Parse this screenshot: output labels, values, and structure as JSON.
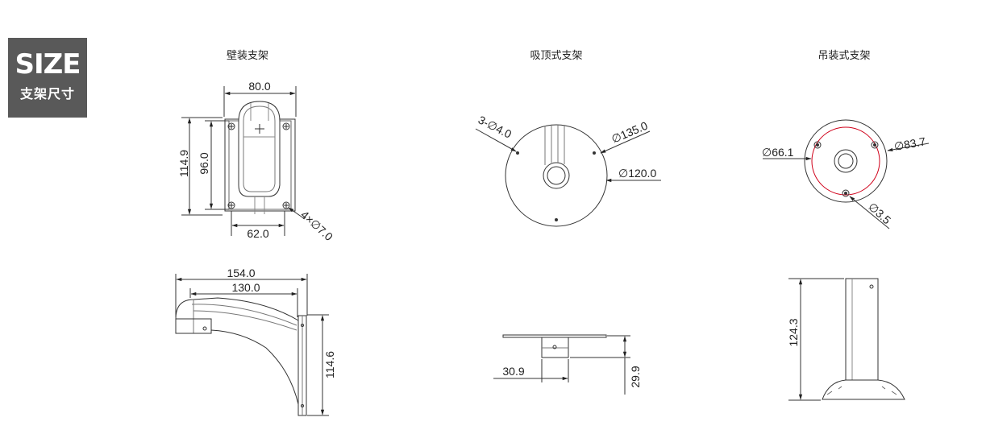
{
  "badge": {
    "title": "SIZE",
    "subtitle": "支架尺寸"
  },
  "captions": {
    "wall": "壁装支架",
    "ceiling": "吸顶式支架",
    "pendant": "吊装式支架"
  },
  "wall_front": {
    "width_top": "80.0",
    "height_outer": "114.9",
    "height_inner": "96.0",
    "width_bottom": "62.0",
    "holes": "4×∅7.0"
  },
  "wall_side": {
    "length_outer": "154.0",
    "length_inner": "130.0",
    "height": "114.6"
  },
  "ceiling_top": {
    "holes": "3-∅4.0",
    "outer_dia": "∅135.0",
    "inner_dia": "∅120.0"
  },
  "ceiling_side": {
    "width": "30.9",
    "height": "29.9"
  },
  "pendant_top": {
    "inner_dia": "∅66.1",
    "outer_dia": "∅83.7",
    "hole": "∅3.5"
  },
  "pendant_side": {
    "height": "124.3"
  }
}
